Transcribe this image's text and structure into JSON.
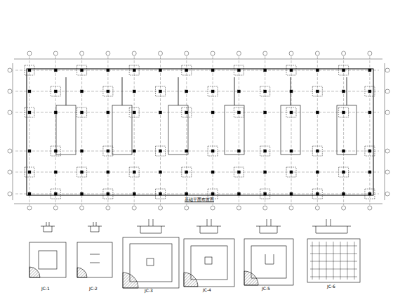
{
  "diagram": {
    "title": "基础平面布置图",
    "labels": [
      "JC-1",
      "JC-2",
      "JC-3",
      "JC-4",
      "JC-5",
      "JC-6"
    ]
  }
}
